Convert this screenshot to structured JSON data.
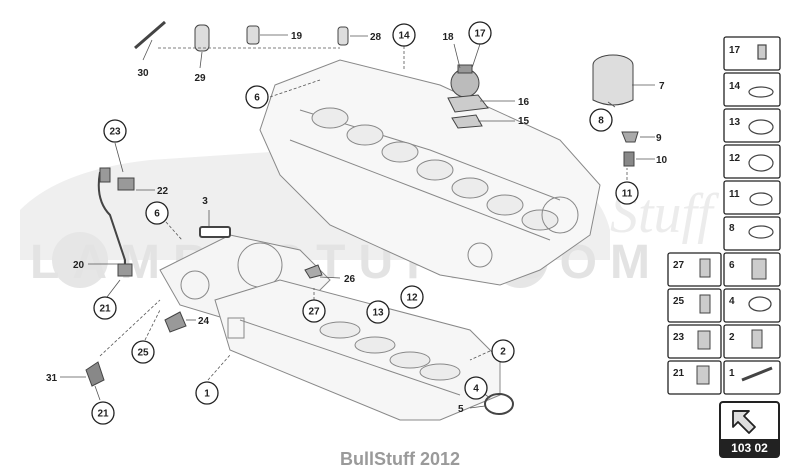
{
  "watermark": {
    "brand": "LAMBOSTUFF.COM",
    "stuff": "Stuff"
  },
  "footer": {
    "text": "BullStuff 2012"
  },
  "reference": {
    "code": "103 02"
  },
  "callouts": {
    "c1": "1",
    "c2": "2",
    "c4": "4",
    "c5": "5",
    "c6a": "6",
    "c6b": "6",
    "c7": "7",
    "c8": "8",
    "c9": "9",
    "c10": "10",
    "c11": "11",
    "c12": "12",
    "c13": "13",
    "c14": "14",
    "c15": "15",
    "c16": "16",
    "c17": "17",
    "c18": "18",
    "c19": "19",
    "c20": "20",
    "c21a": "21",
    "c21b": "21",
    "c22": "22",
    "c23": "23",
    "c24": "24",
    "c25": "25",
    "c26": "26",
    "c27": "27",
    "c28": "28",
    "c29": "29",
    "c30": "30",
    "c31": "31"
  },
  "legend": {
    "right": [
      "17",
      "14",
      "13",
      "12",
      "11",
      "8"
    ],
    "pairs": [
      [
        "27",
        "6"
      ],
      [
        "25",
        "4"
      ],
      [
        "23",
        "2"
      ],
      [
        "21",
        "1"
      ]
    ]
  }
}
